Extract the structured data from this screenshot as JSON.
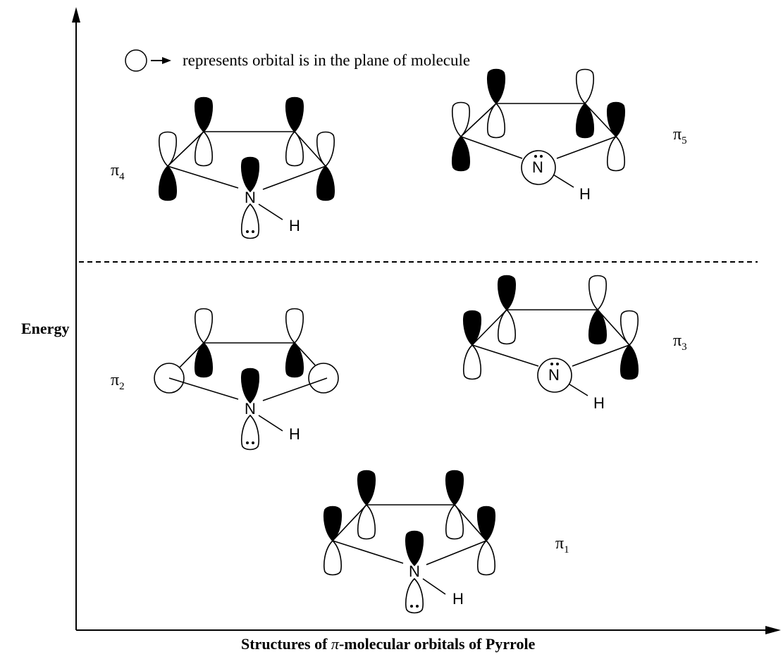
{
  "legend": {
    "text": "represents orbital is in the plane of molecule"
  },
  "axes": {
    "y_label": "Energy",
    "x_label_prefix": "Structures of ",
    "x_label_symbol": "π",
    "x_label_suffix": "-molecular orbitals of Pyrrole"
  },
  "atoms": {
    "nitrogen": "N",
    "hydrogen": "H"
  },
  "orbitals": [
    {
      "name": "π",
      "sub": "4"
    },
    {
      "name": "π",
      "sub": "5"
    },
    {
      "name": "π",
      "sub": "2"
    },
    {
      "name": "π",
      "sub": "3"
    },
    {
      "name": "π",
      "sub": "1"
    }
  ],
  "colors": {
    "line": "#000000",
    "filled_lobe": "#000000",
    "open_lobe": "#ffffff"
  }
}
